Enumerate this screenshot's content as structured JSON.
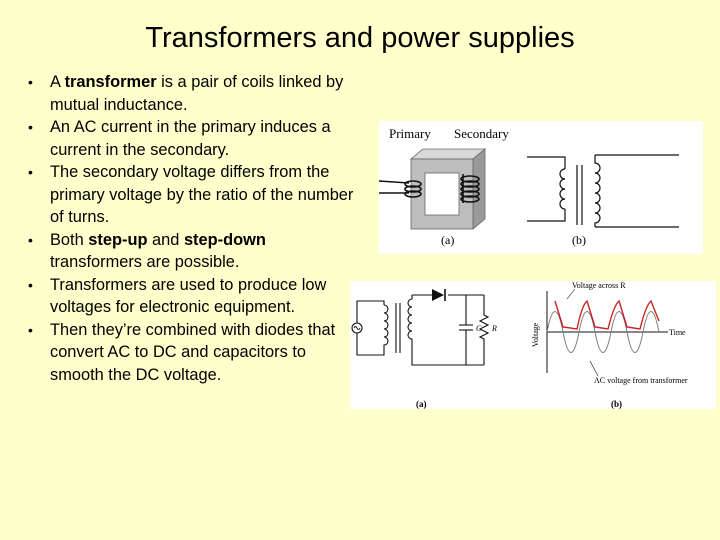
{
  "title": "Transformers and power supplies",
  "bullets": [
    {
      "parts": [
        {
          "t": "A "
        },
        {
          "t": "transformer",
          "b": true
        },
        {
          "t": " is a pair of coils linked by mutual inductance."
        }
      ]
    },
    {
      "parts": [
        {
          "t": "An AC current in the primary induces a current in the secondary."
        }
      ]
    },
    {
      "parts": [
        {
          "t": "The secondary voltage differs from the primary voltage by the ratio of the number of turns."
        }
      ]
    },
    {
      "parts": [
        {
          "t": "Both "
        },
        {
          "t": "step-up",
          "b": true
        },
        {
          "t": " and "
        },
        {
          "t": "step-down",
          "b": true
        },
        {
          "t": " transformers are possible."
        }
      ]
    },
    {
      "parts": [
        {
          "t": "Transformers are used to produce low voltages for electronic equipment."
        }
      ]
    },
    {
      "parts": [
        {
          "t": "Then they’re combined with diodes that convert AC to DC and capacitors to smooth the DC voltage."
        }
      ]
    }
  ],
  "figure_transformer": {
    "primary_label": "Primary",
    "secondary_label": "Secondary",
    "caption_a": "(a)",
    "caption_b": "(b)"
  },
  "figure_supply": {
    "capacitor_label": "C",
    "resistor_label": "R",
    "caption_a": "(a)",
    "caption_b": "(b)",
    "y_axis_label": "Voltage",
    "x_axis_label": "Time",
    "curve_label_top": "Voltage across R",
    "curve_label_bottom": "AC voltage from transformer",
    "red_curve_color": "#cc2222"
  }
}
